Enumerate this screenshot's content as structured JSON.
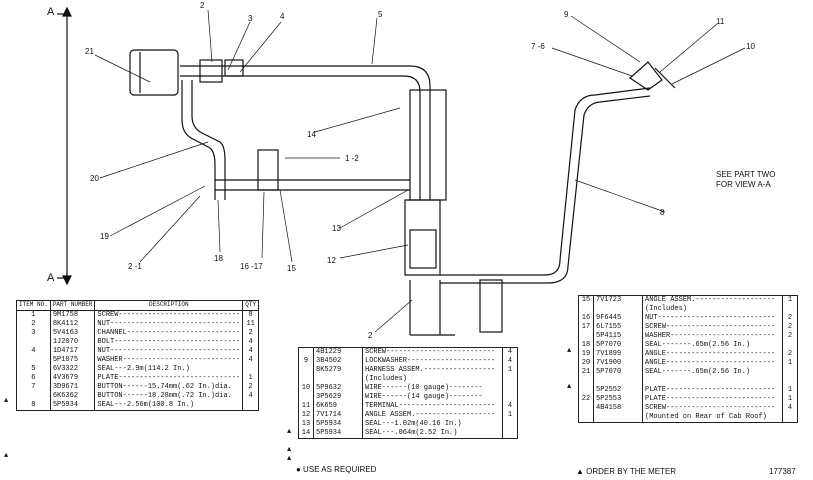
{
  "callouts": {
    "sect_a_top": "A",
    "sect_a_bottom": "A",
    "c21": "21",
    "c2a": "2",
    "c3": "3",
    "c4": "4",
    "c5": "5",
    "c9": "9",
    "c7_6": "7 -6",
    "c11": "11",
    "c10": "10",
    "c14": "14",
    "c1_2": "1 -2",
    "c20": "20",
    "c19": "19",
    "c13": "13",
    "c12": "12",
    "c2_1": "2 -1",
    "c18": "18",
    "c16_17": "16 -17",
    "c15": "15",
    "c8": "8",
    "c2b": "2",
    "see_part_two_1": "SEE PART TWO",
    "see_part_two_2": "FOR VIEW A-A"
  },
  "table_headers": {
    "item_no": "ITEM NO.",
    "part_number": "PART NUMBER",
    "description": "DESCRIPTION",
    "qty": "QTY"
  },
  "table1": [
    {
      "no": "1",
      "pn": "9M1758",
      "desc": "SCREW-----------------------------",
      "qty": "8"
    },
    {
      "no": "2",
      "pn": "8K4112",
      "desc": "NUT-------------------------------",
      "qty": "11"
    },
    {
      "no": "3",
      "pn": "5V4163",
      "desc": "CHANNEL---------------------------",
      "qty": "2"
    },
    {
      "no": "",
      "pn": "1J2070",
      "desc": "BOLT------------------------------",
      "qty": "4"
    },
    {
      "no": "4",
      "pn": "1D4717",
      "desc": "NUT-------------------------------",
      "qty": "4"
    },
    {
      "no": "",
      "pn": "5P1075",
      "desc": "WASHER----------------------------",
      "qty": "4"
    },
    {
      "no": "5",
      "pn": "6V3322",
      "desc": "SEAL---2.9m(114.2 In.)",
      "qty": ""
    },
    {
      "no": "6",
      "pn": "4V3679",
      "desc": "PLATE-----------------------------",
      "qty": "1"
    },
    {
      "no": "7",
      "pn": "3D9671",
      "desc": "BUTTON------15.74mm(.62 In.)dia.",
      "qty": "2"
    },
    {
      "no": "",
      "pn": "6K6362",
      "desc": "BUTTON------18.28mm(.72 In.)dia.",
      "qty": "4"
    },
    {
      "no": "8",
      "pn": "5P5934",
      "desc": "SEAL---2.56m(100.8 In.)",
      "qty": ""
    }
  ],
  "table1_marks": [
    "▲",
    "",
    "▲"
  ],
  "table2": [
    {
      "no": "",
      "pn": "4B1229",
      "desc": "SCREW--------------------------",
      "qty": "4"
    },
    {
      "no": "9",
      "pn": "3B4502",
      "desc": "LOCKWASHER---------------------",
      "qty": "4"
    },
    {
      "no": "",
      "pn": "8K5279",
      "desc": "HARNESS ASSEM.-----------------",
      "qty": "1"
    },
    {
      "no": "",
      "pn": "",
      "desc": "(Includes)",
      "qty": ""
    },
    {
      "no": "10",
      "pn": "5P9632",
      "desc": "WIRE------(10 gauge)--------",
      "qty": ""
    },
    {
      "no": "",
      "pn": "3P5629",
      "desc": "WIRE------(14 gauge)--------",
      "qty": ""
    },
    {
      "no": "11",
      "pn": "6K659",
      "desc": "TERMINAL-----------------------",
      "qty": "4"
    },
    {
      "no": "12",
      "pn": "7V1714",
      "desc": "ANGLE ASSEM.-------------------",
      "qty": "1"
    },
    {
      "no": "13",
      "pn": "5P5934",
      "desc": "SEAL---1.02m(40.16 In.)",
      "qty": ""
    },
    {
      "no": "14",
      "pn": "5P5934",
      "desc": "SEAL---.064m(2.52 In.)",
      "qty": ""
    }
  ],
  "table2_marks": [
    "▲",
    "▲",
    "▲"
  ],
  "table3": [
    {
      "no": "15",
      "pn": "7V1723",
      "desc": "ANGLE ASSEM.-------------------",
      "qty": "1"
    },
    {
      "no": "",
      "pn": "",
      "desc": "(Includes)",
      "qty": ""
    },
    {
      "no": "16",
      "pn": "9F6445",
      "desc": "NUT----------------------------",
      "qty": "2"
    },
    {
      "no": "17",
      "pn": "6L7155",
      "desc": "SCREW--------------------------",
      "qty": "2"
    },
    {
      "no": "",
      "pn": "5P4115",
      "desc": "WASHER-------------------------",
      "qty": "2"
    },
    {
      "no": "18",
      "pn": "5P7070",
      "desc": "SEAL-------.65m(2.56 In.)",
      "qty": ""
    },
    {
      "no": "19",
      "pn": "7V1899",
      "desc": "ANGLE--------------------------",
      "qty": "2"
    },
    {
      "no": "20",
      "pn": "7V1900",
      "desc": "ANGLE--------------------------",
      "qty": "1"
    },
    {
      "no": "21",
      "pn": "5P7070",
      "desc": "SEAL-------.65m(2.56 In.)",
      "qty": ""
    },
    {
      "no": "",
      "pn": "",
      "desc": "",
      "qty": ""
    },
    {
      "no": "",
      "pn": "5P2552",
      "desc": "PLATE--------------------------",
      "qty": "1"
    },
    {
      "no": "22",
      "pn": "5P2553",
      "desc": "PLATE--------------------------",
      "qty": "1"
    },
    {
      "no": "",
      "pn": "4B4158",
      "desc": "SCREW--------------------------",
      "qty": "4"
    },
    {
      "no": "",
      "pn": "",
      "desc": "(Mounted on Rear of Cab Roof)",
      "qty": ""
    }
  ],
  "table3_marks": [
    "▲",
    "▲"
  ],
  "footer": {
    "use_as_required": "● USE AS REQUIRED",
    "order_by_meter": "▲ ORDER BY THE METER",
    "figure_number": "177387"
  }
}
